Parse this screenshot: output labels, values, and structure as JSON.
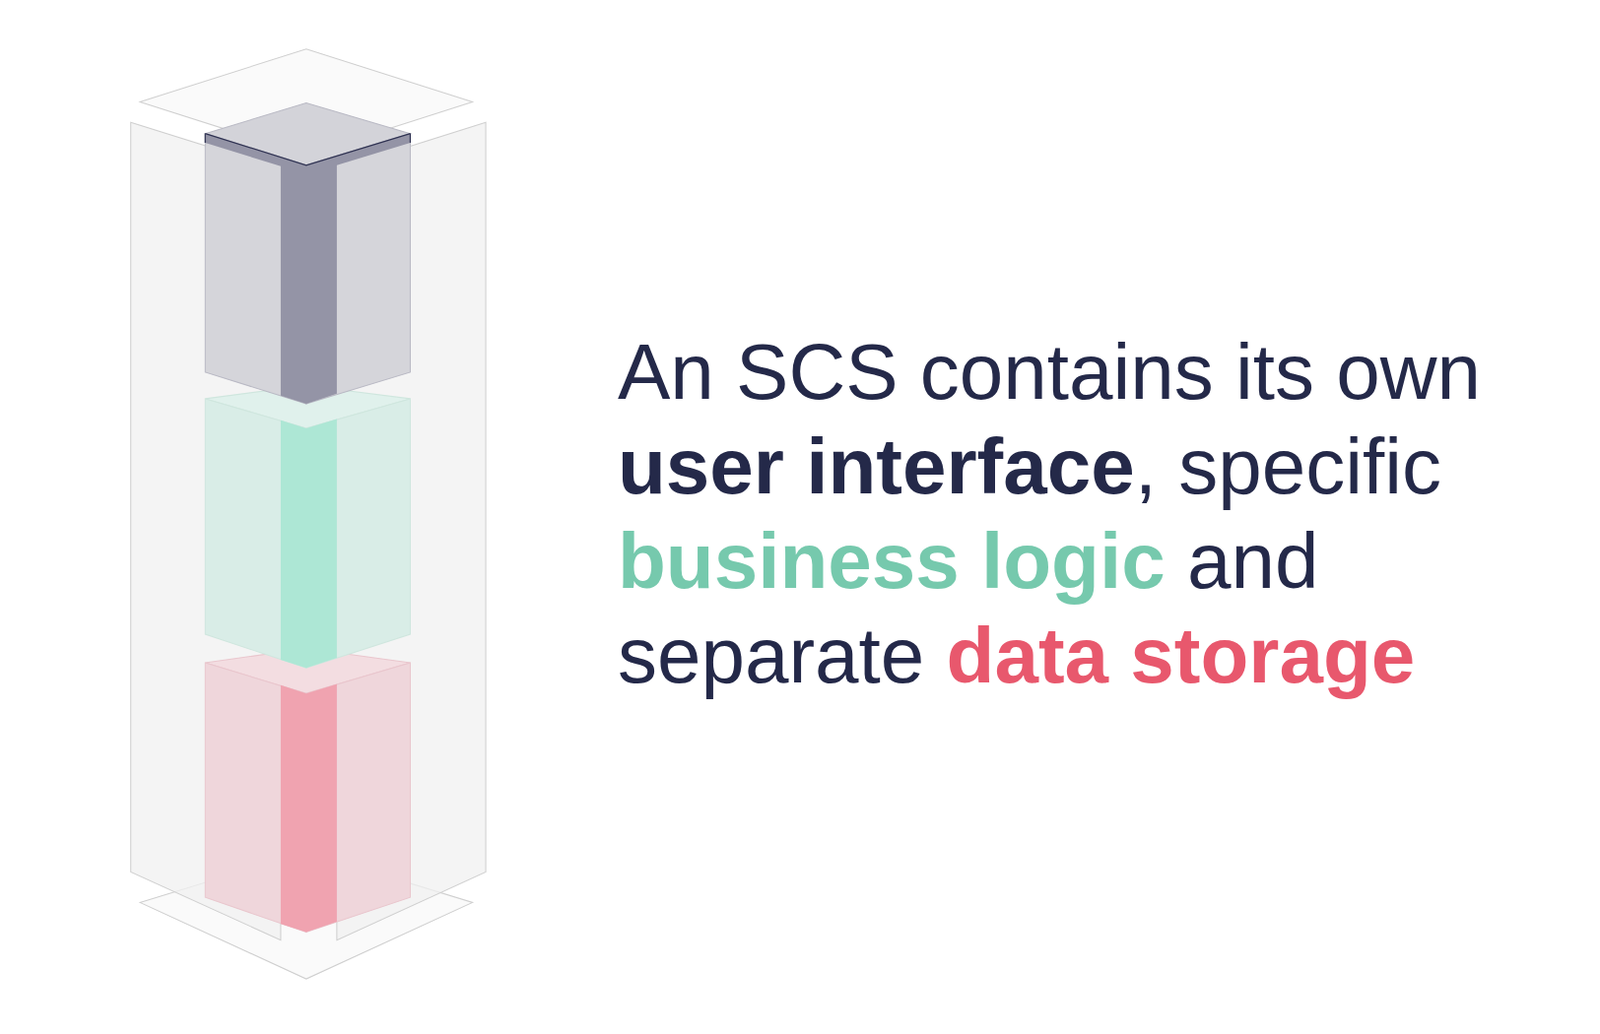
{
  "diagram": {
    "labels": [
      "An SCS contains its own",
      "user interface",
      ", specific",
      "business logic",
      "and",
      "separate",
      "data storage"
    ]
  }
}
